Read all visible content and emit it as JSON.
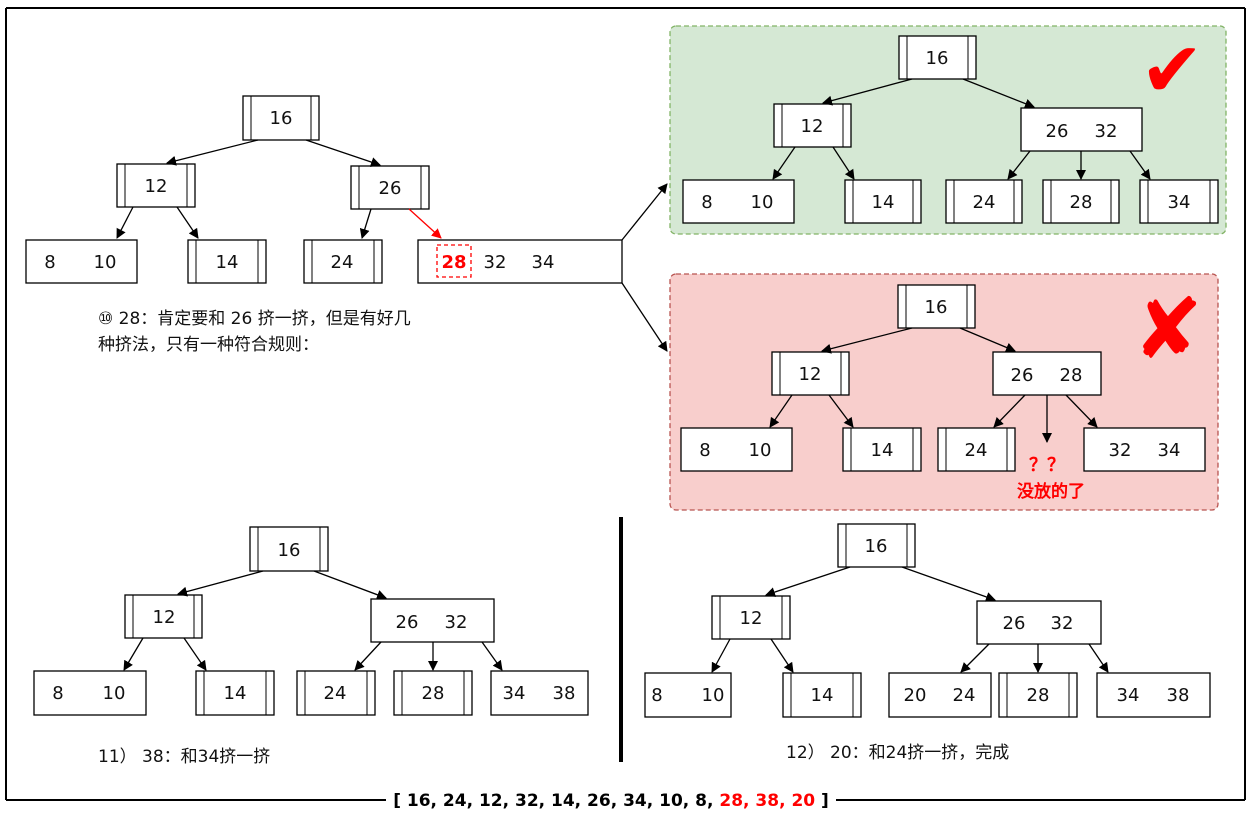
{
  "panel10": {
    "root": "16",
    "left": "12",
    "right": "26",
    "leaf_8": "8",
    "leaf_10": "10",
    "leaf_14": "14",
    "leaf_24": "24",
    "overflow": [
      "28",
      "32",
      "34"
    ],
    "caption_line1": "⑩ 28：肯定要和 26 挤一挤，但是有好几",
    "caption_line2": "种挤法，只有一种符合规则："
  },
  "correct": {
    "mark": "✔",
    "root": "16",
    "left": "12",
    "right_a": "26",
    "right_b": "32",
    "leaf_8": "8",
    "leaf_10": "10",
    "leaf_14": "14",
    "leaf_24": "24",
    "leaf_28": "28",
    "leaf_34": "34"
  },
  "wrong": {
    "mark": "✘",
    "root": "16",
    "left": "12",
    "right_a": "26",
    "right_b": "28",
    "leaf_8": "8",
    "leaf_10": "10",
    "leaf_14": "14",
    "leaf_24": "24",
    "leaf_32": "32",
    "leaf_34": "34",
    "question": "？？",
    "note": "没放的了"
  },
  "step11": {
    "root": "16",
    "left": "12",
    "right_a": "26",
    "right_b": "32",
    "leaf_8": "8",
    "leaf_10": "10",
    "leaf_14": "14",
    "leaf_24": "24",
    "leaf_28": "28",
    "leaf_34": "34",
    "leaf_38": "38",
    "caption": "11） 38：和34挤一挤"
  },
  "step12": {
    "root": "16",
    "left": "12",
    "right_a": "26",
    "right_b": "32",
    "leaf_8": "8",
    "leaf_10": "10",
    "leaf_14": "14",
    "leaf_20": "20",
    "leaf_24": "24",
    "leaf_28": "28",
    "leaf_34": "34",
    "leaf_38": "38",
    "caption": "12） 20：和24挤一挤，完成"
  },
  "sequence": {
    "open": "[",
    "black_part": " 16, 24, 12, 32, 14, 26, 34, 10, 8, ",
    "red_part": "28, 38, 20",
    "close": " ]"
  },
  "colors": {
    "red": "#ff0000",
    "green_panel": "#d5e8d4",
    "green_border": "#82b366",
    "red_panel": "#f8cecc",
    "red_border": "#b85450"
  }
}
